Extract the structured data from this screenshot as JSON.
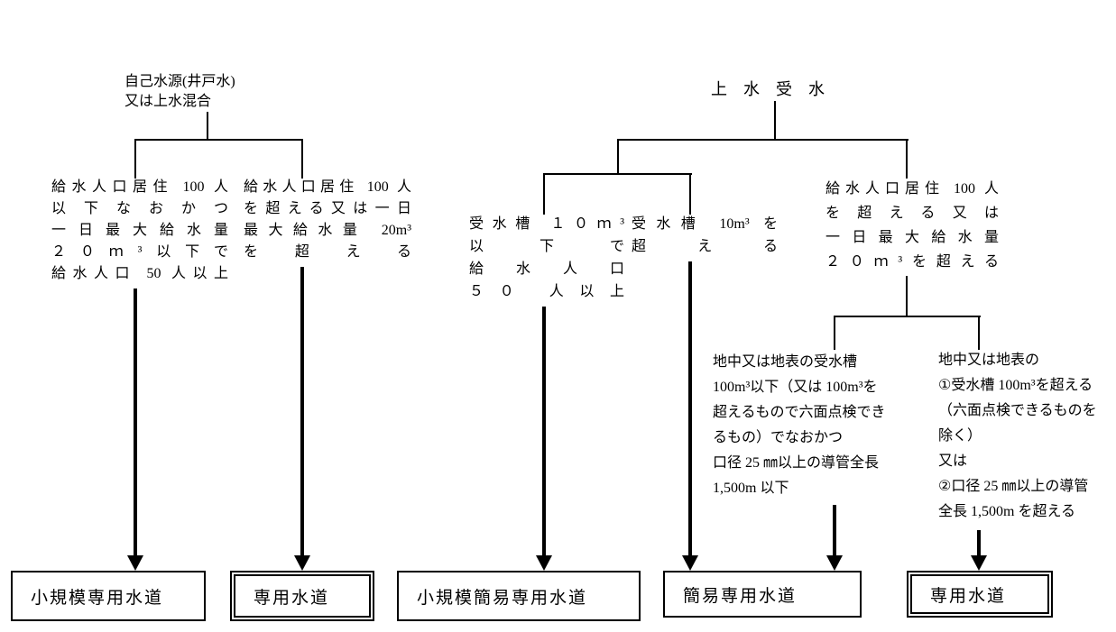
{
  "nodes": {
    "source_self": "自己水源(井戸水)\n又は上水混合",
    "source_tap": "上　水　受　水"
  },
  "conditions": {
    "left_small": "給水人口居住 100 人\n以下なおかつ\n一日最大給水量\n２０ｍ³以下で\n給水人口 50 人以上",
    "left_large": "給水人口居住 100 人\nを超える又は一日\n最大給水量 20m³\nを超える",
    "mid_small": "受水槽 １０ｍ³\n以下で\n給水人口\n５０ 人以上",
    "mid_large": "受水槽 10m³ を\n超える",
    "right_large": "給水人口居住 100 人\nを超える又は\n一日最大給水量\n２０ｍ³を超える",
    "right_a": "地中又は地表の受水槽\n100m³以下（又は 100m³を\n超えるもので六面点検でき\nるもの）でなおかつ\n口径 25 ㎜以上の導管全長\n1,500m 以下",
    "right_b": "地中又は地表の\n①受水槽 100m³を超える\n（六面点検できるものを\n除く）\n又は\n②口径 25 ㎜以上の導管\n全長 1,500m を超える"
  },
  "results": {
    "small_private": "小規模専用水道",
    "private_left": "専用水道",
    "small_simple_private": "小規模簡易専用水道",
    "simple_private": "簡易専用水道",
    "private_right": "専用水道"
  }
}
